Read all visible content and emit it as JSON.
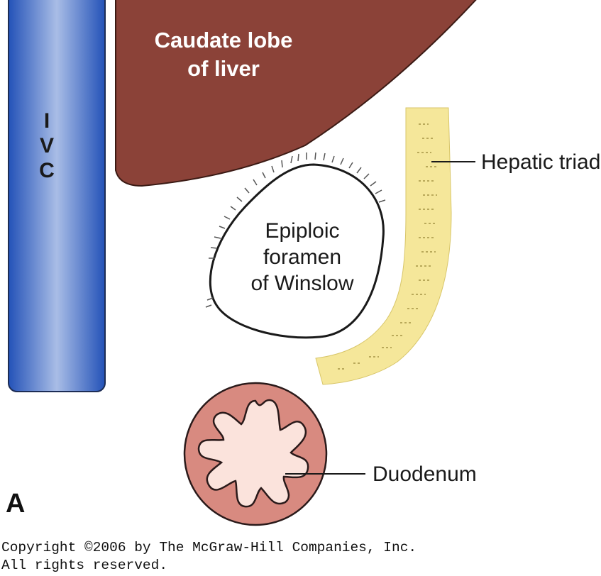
{
  "figure": {
    "panel_letter": "A",
    "labels": {
      "liver_line1": "Caudate lobe",
      "liver_line2": "of liver",
      "ivc_letters": [
        "I",
        "V",
        "C"
      ],
      "foramen_line1": "Epiploic",
      "foramen_line2": "foramen",
      "foramen_line3": "of Winslow",
      "hepatic_triad": "Hepatic triad",
      "duodenum": "Duodenum"
    },
    "colors": {
      "liver": "#8b4238",
      "ivc": "#2f61c8",
      "ivc_highlight": "#a9bde6",
      "hepatic_triad": "#f5e79a",
      "duodenum_wall": "#d88a80",
      "duodenum_lumen": "#fbe3dc"
    }
  },
  "copyright": {
    "line1": "Copyright ©2006 by The McGraw-Hill Companies, Inc.",
    "line2": "All rights reserved."
  }
}
